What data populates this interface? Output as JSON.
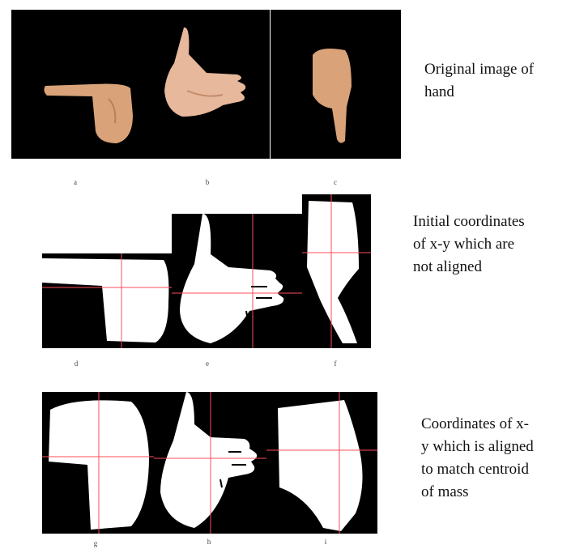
{
  "figure": {
    "rows": [
      {
        "caption_lines": [
          "Original image of",
          "hand"
        ],
        "panels": [
          {
            "label": "a",
            "content": "hand photo, index finger pointing left"
          },
          {
            "label": "b",
            "content": "hand photo, open palm with thumb up"
          },
          {
            "label": "c",
            "content": "hand photo, thumb pointing down"
          }
        ]
      },
      {
        "caption_lines": [
          "Initial coordinates",
          "of x-y which are",
          "not aligned"
        ],
        "panels": [
          {
            "label": "d",
            "content": "binary hand silhouette with x-y axes"
          },
          {
            "label": "e",
            "content": "binary hand silhouette with x-y axes"
          },
          {
            "label": "f",
            "content": "binary hand silhouette with x-y axes"
          }
        ]
      },
      {
        "caption_lines": [
          "Coordinates of x-",
          "y which is aligned",
          "to match centroid",
          "of mass"
        ],
        "panels": [
          {
            "label": "g",
            "content": "binary hand silhouette, axes at centroid"
          },
          {
            "label": "h",
            "content": "binary hand silhouette, axes at centroid"
          },
          {
            "label": "i",
            "content": "binary hand silhouette, axes at centroid"
          }
        ]
      }
    ],
    "colors": {
      "panel_background": "#000000",
      "skin": "#d9a278",
      "silhouette": "#ffffff",
      "axis_line": "#ff4d5a",
      "caption_text": "#111111"
    }
  }
}
